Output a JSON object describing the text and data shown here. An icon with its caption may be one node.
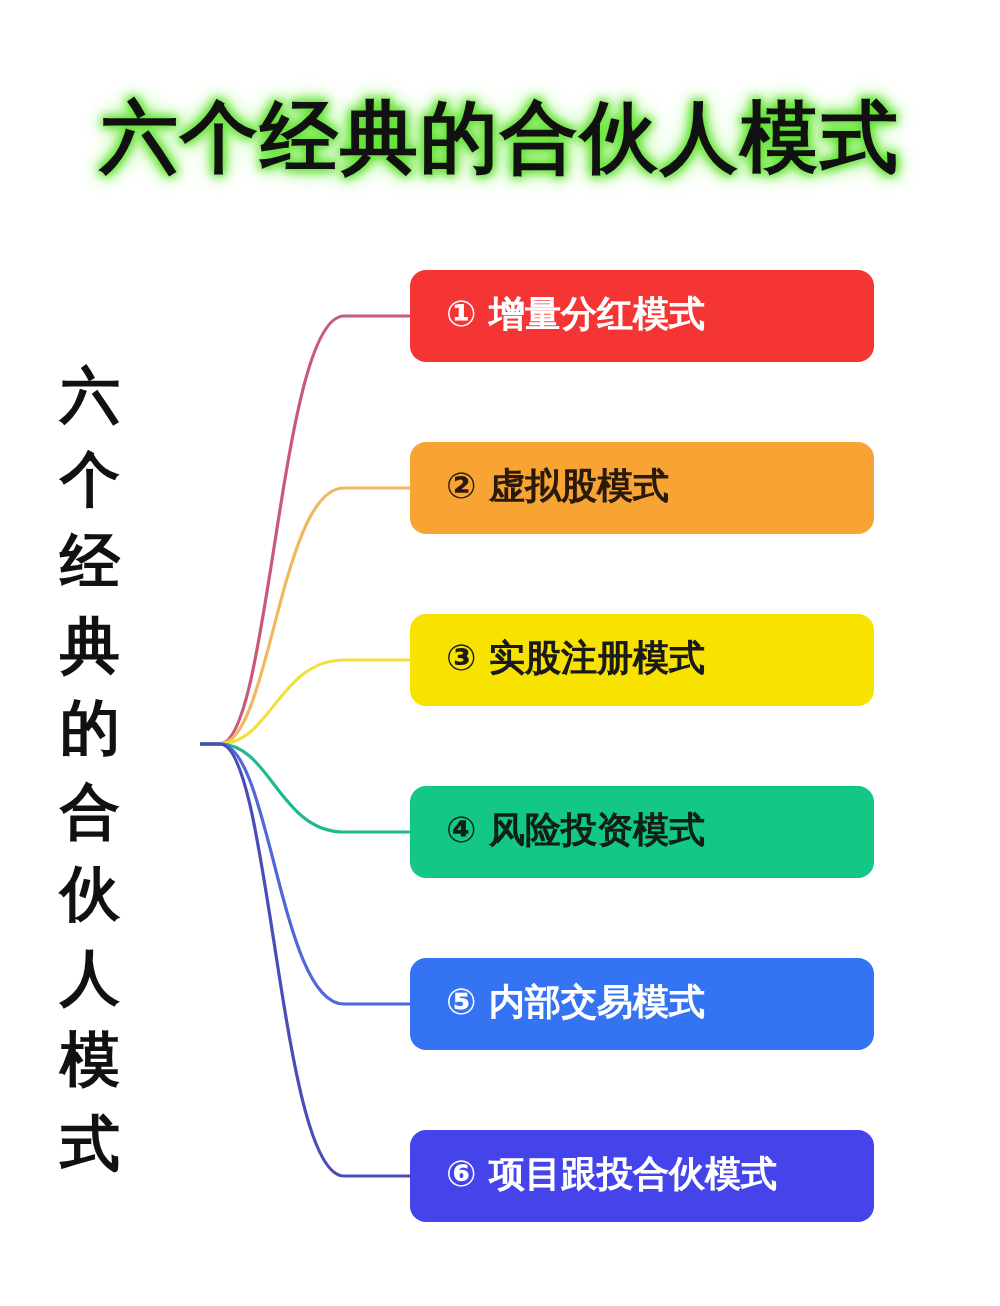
{
  "diagram": {
    "title": "六个经典的合伙人模式",
    "nodes": [
      {
        "text": [
          "六个经典的合伙人模式"
        ]
      },
      {
        "text": [
          "① 增量分红模式"
        ]
      },
      {
        "text": [
          "② 虚拟股模式"
        ]
      },
      {
        "text": [
          "③ 实股注册模式"
        ]
      },
      {
        "text": [
          "④ 风险投资模式"
        ]
      },
      {
        "text": [
          "⑤ 内部交易模式"
        ]
      },
      {
        "text": [
          "⑥ 项目跟投合伙模式"
        ]
      }
    ],
    "edges": [
      {
        "from": 0,
        "to": 1,
        "arrow": "none",
        "color": "#c85a78"
      },
      {
        "from": 0,
        "to": 2,
        "arrow": "none",
        "color": "#f0b860"
      },
      {
        "from": 0,
        "to": 3,
        "arrow": "none",
        "color": "#f2e040"
      },
      {
        "from": 0,
        "to": 4,
        "arrow": "none",
        "color": "#22b890"
      },
      {
        "from": 0,
        "to": 5,
        "arrow": "none",
        "color": "#5068d8"
      },
      {
        "from": 0,
        "to": 6,
        "arrow": "none",
        "color": "#4c4cb8"
      }
    ]
  }
}
